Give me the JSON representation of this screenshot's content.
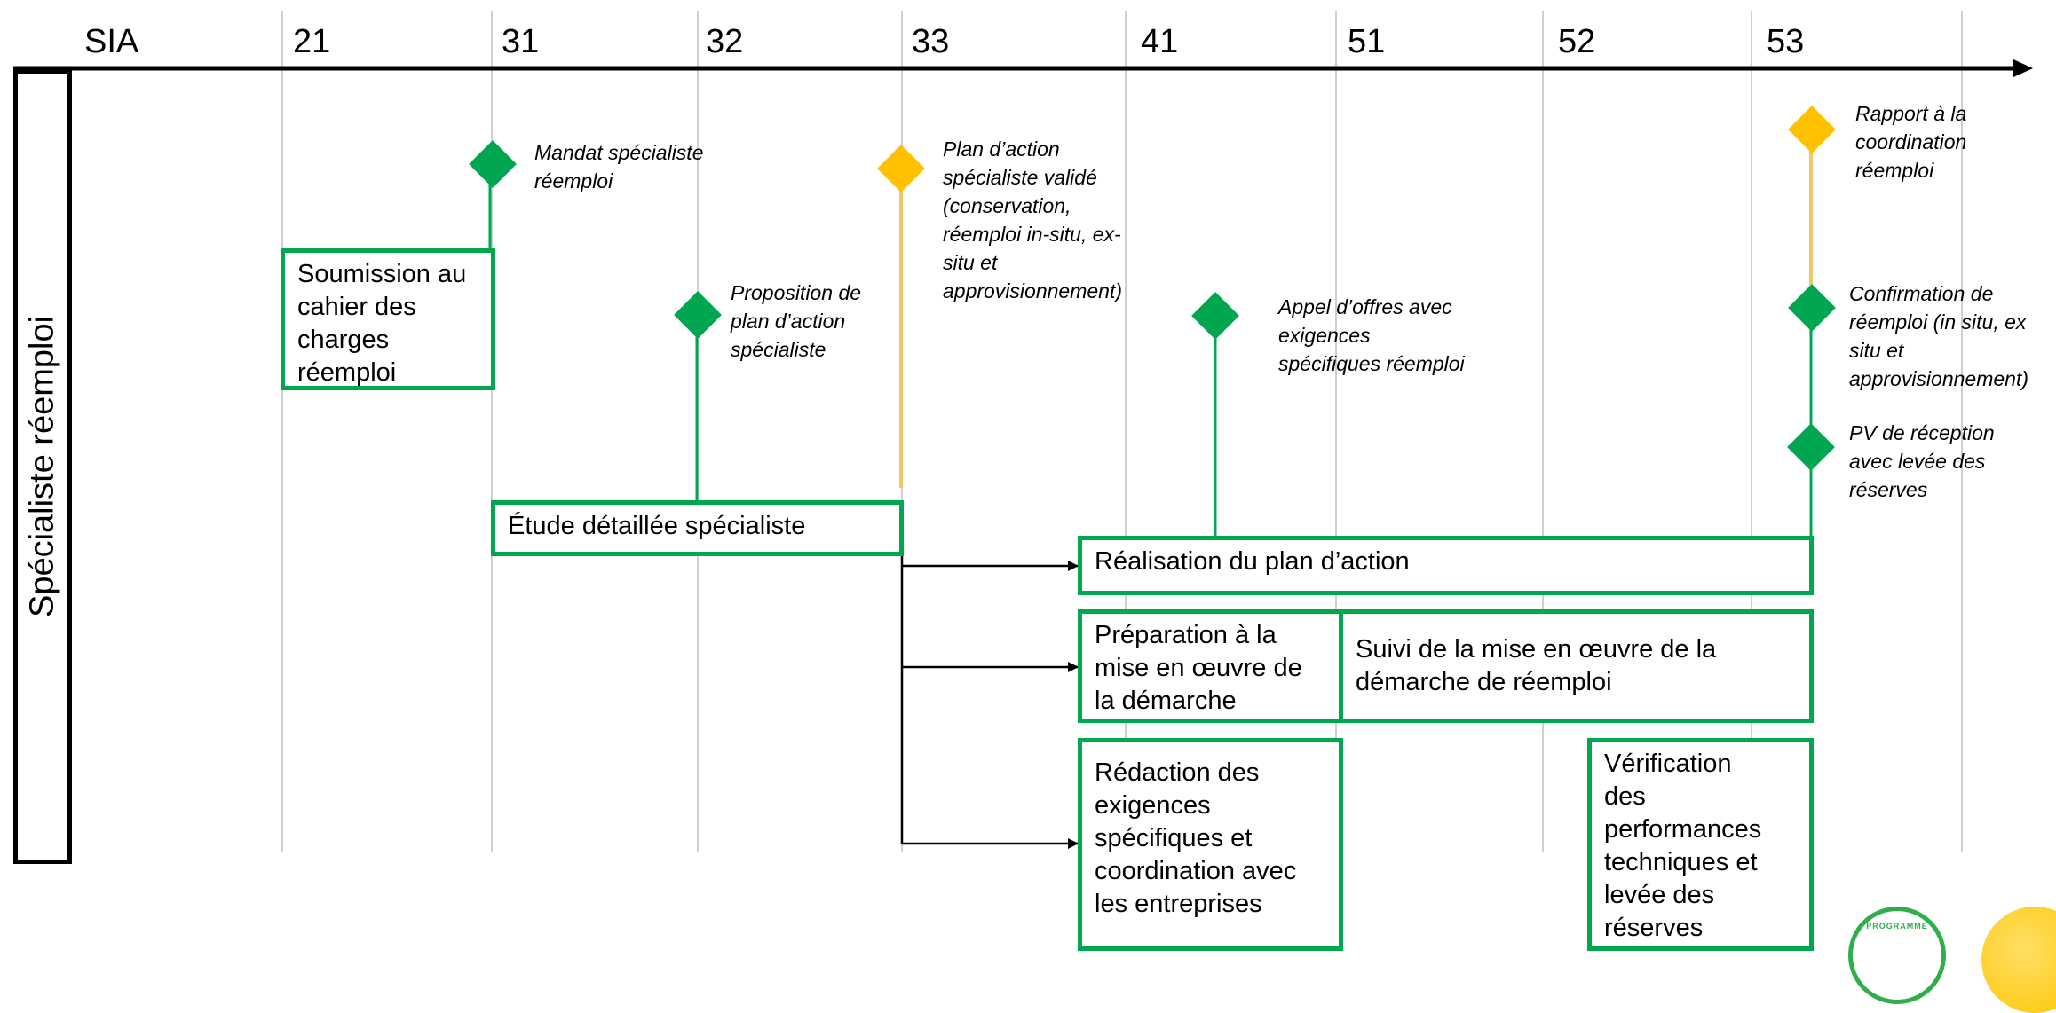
{
  "header": {
    "phase_label": "SIA",
    "phases": [
      "21",
      "31",
      "32",
      "33",
      "41",
      "51",
      "52",
      "53"
    ]
  },
  "lane": {
    "title": "Spécialiste réemploi"
  },
  "boxes": {
    "soumission": "Soumission au\ncahier des\ncharges\nréemploi",
    "etude": "Étude détaillée spécialiste",
    "realisation": "Réalisation du plan d’action",
    "preparation": "Préparation à la\nmise en œuvre de\nla démarche",
    "suivi": "Suivi de la mise en œuvre de la\ndémarche de réemploi",
    "redaction": "Rédaction des\nexigences\nspécifiques et\ncoordination avec\nles entreprises",
    "verification": "Vérification\ndes\nperformances\ntechniques et\nlevée des\nréserves"
  },
  "milestones": {
    "mandat": "Mandat spécialiste\nréemploi",
    "proposition": "Proposition de\nplan d’action\nspécialiste",
    "plan_valide": "Plan d’action\nspécialiste validé\n(conservation,\nréemploi in-situ, ex-\nsitu et\napprovisionnement)",
    "appel_offres": "Appel d’offres avec\nexigences\nspécifiques réemploi",
    "rapport": "Rapport à la\ncoordination\nréemploi",
    "confirmation": "Confirmation de\nréemploi (in situ, ex\nsitu et\napprovisionnement)",
    "pv_reception": "PV de réception\navec levée des\nréserves"
  },
  "colors": {
    "green": "#00a650",
    "yellow": "#ffc000",
    "grid": "#cfcfcf",
    "axis": "#000000"
  },
  "logo": {
    "text": "PROGRAMME"
  }
}
